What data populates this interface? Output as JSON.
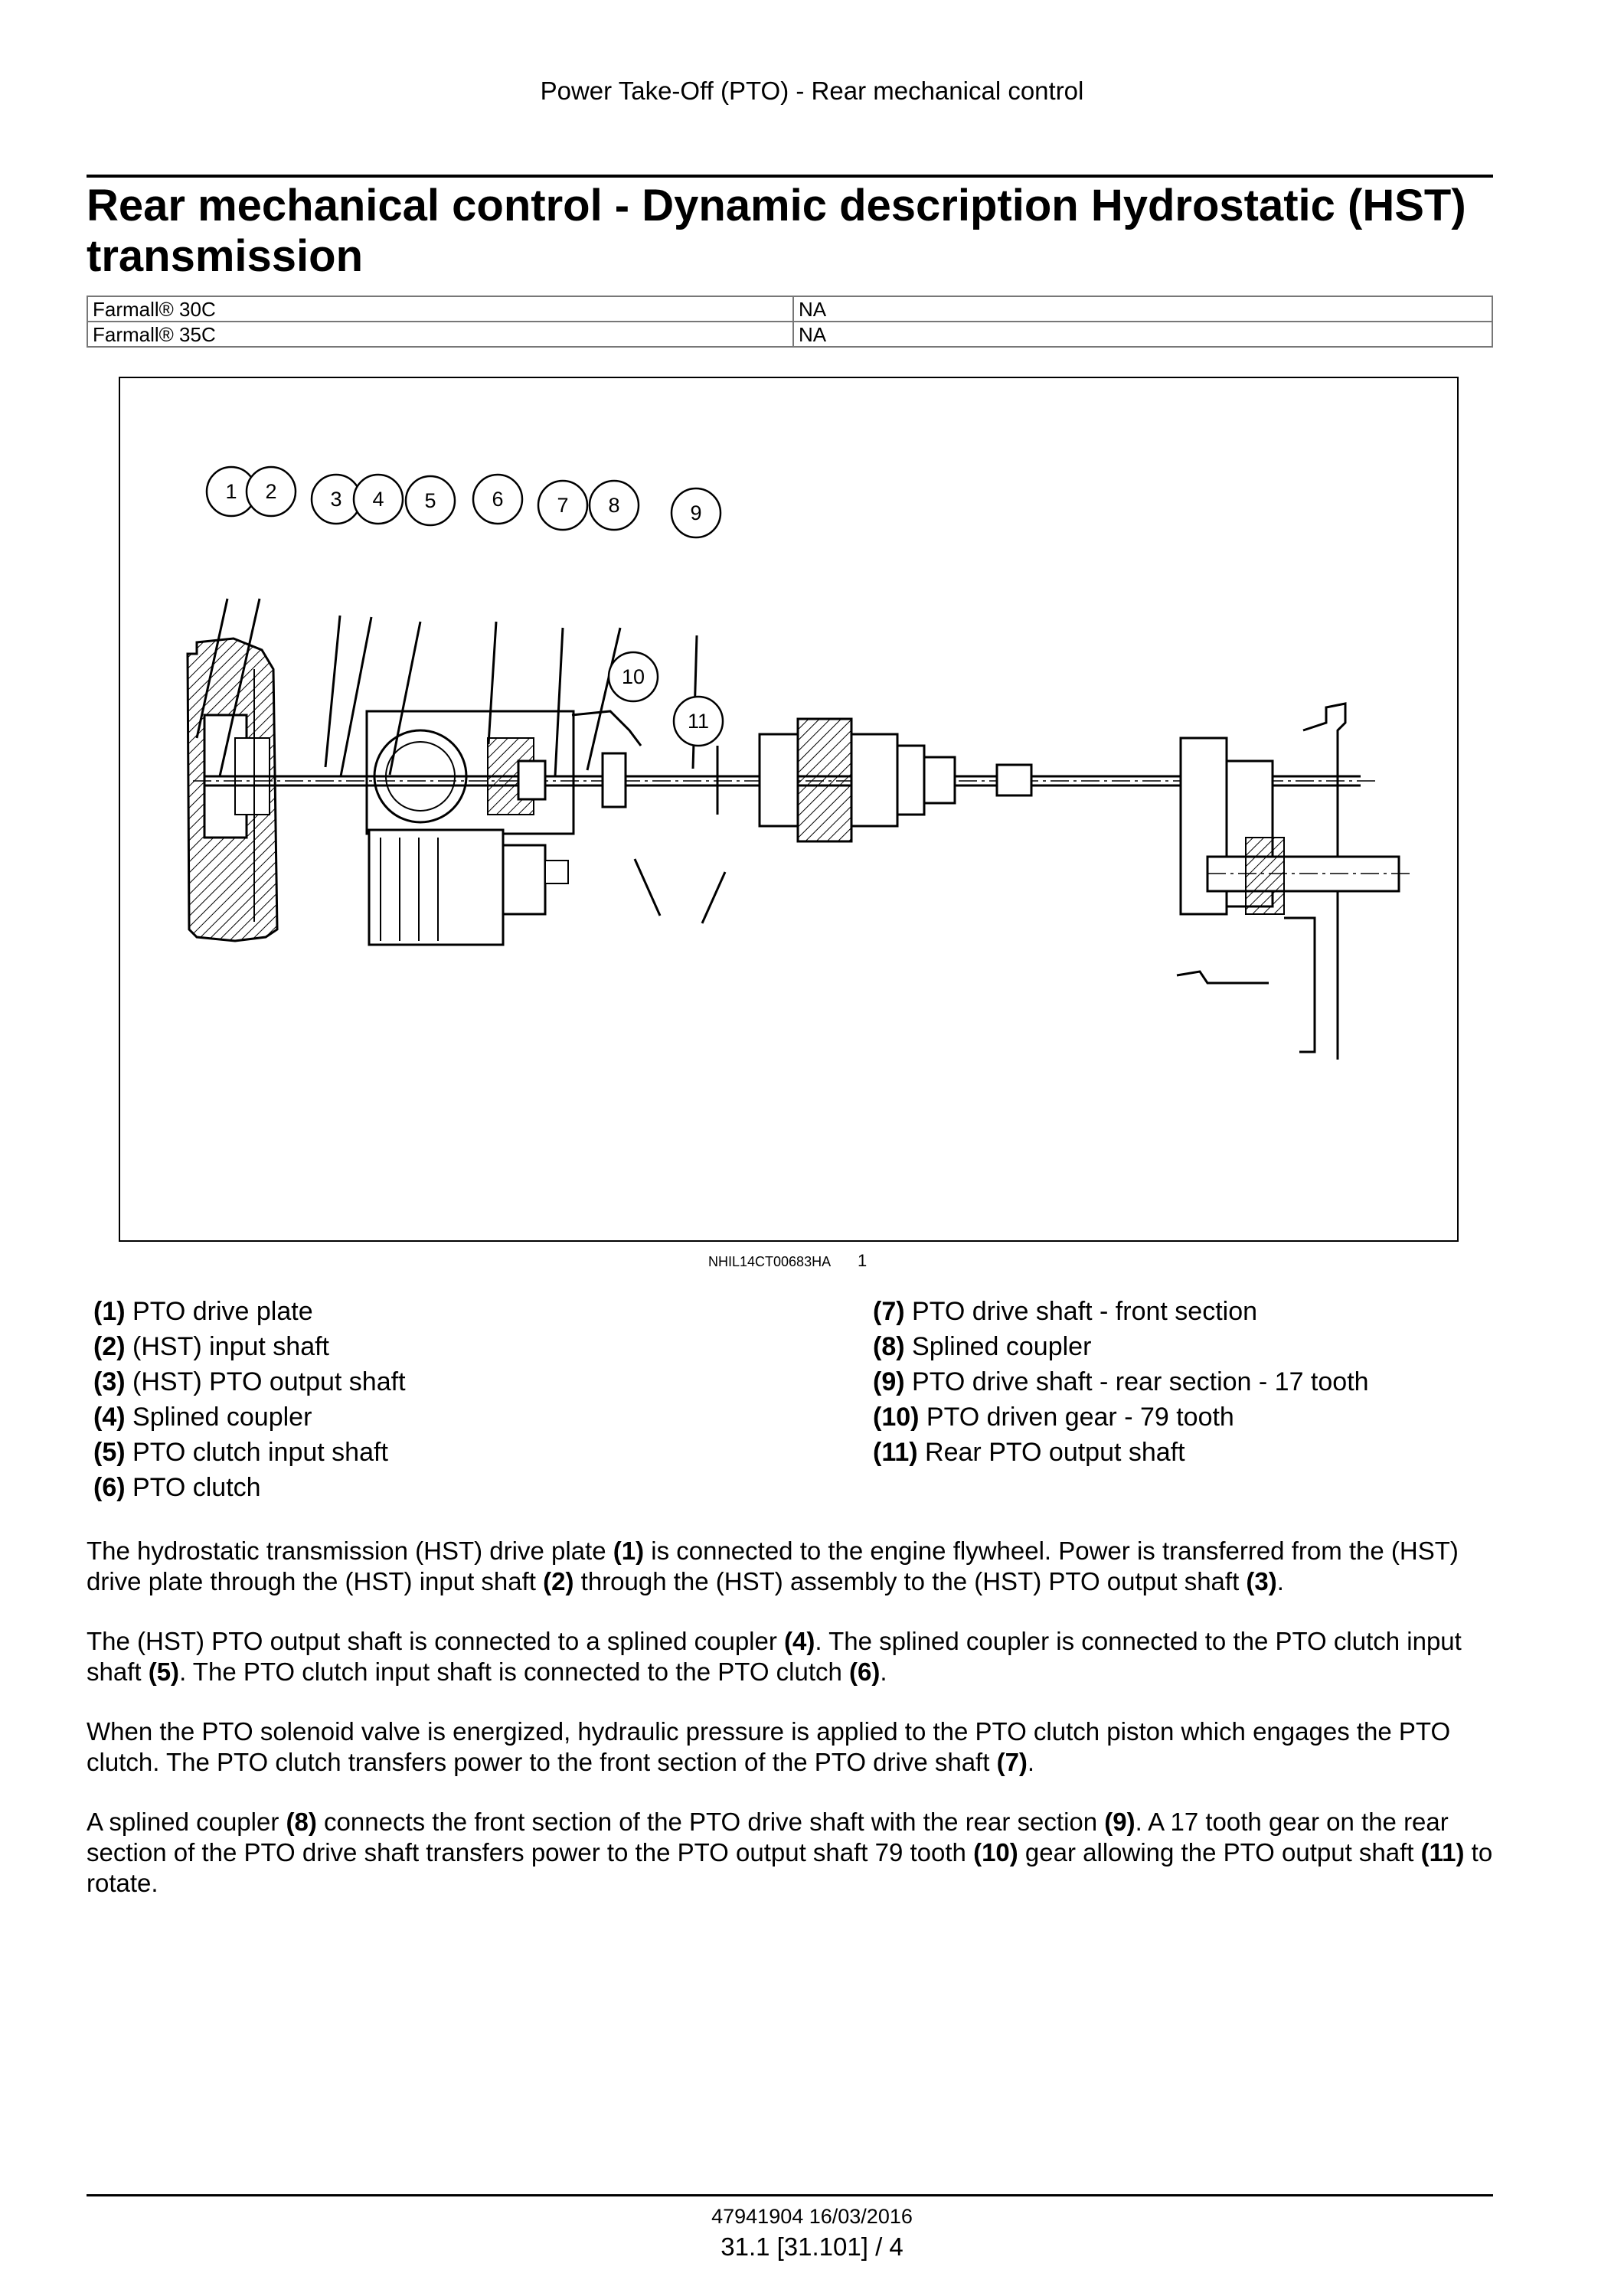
{
  "header": {
    "running_title": "Power Take-Off (PTO) - Rear mechanical control"
  },
  "title": "Rear mechanical control - Dynamic description Hydrostatic (HST) transmission",
  "models": [
    {
      "model": "Farmall® 30C",
      "market": "NA"
    },
    {
      "model": "Farmall® 35C",
      "market": "NA"
    }
  ],
  "figure": {
    "caption_code": "NHIL14CT00683HA",
    "number": "1",
    "callouts": [
      "1",
      "2",
      "3",
      "4",
      "5",
      "6",
      "7",
      "8",
      "9",
      "10",
      "11"
    ]
  },
  "legend": {
    "left": [
      {
        "num": "(1)",
        "text": "PTO drive plate"
      },
      {
        "num": "(2)",
        "text": "(HST) input shaft"
      },
      {
        "num": "(3)",
        "text": "(HST) PTO output shaft"
      },
      {
        "num": "(4)",
        "text": "Splined coupler"
      },
      {
        "num": "(5)",
        "text": "PTO clutch input shaft"
      },
      {
        "num": "(6)",
        "text": "PTO clutch"
      }
    ],
    "right": [
      {
        "num": "(7)",
        "text": "PTO drive shaft - front section"
      },
      {
        "num": "(8)",
        "text": "Splined coupler"
      },
      {
        "num": "(9)",
        "text": "PTO drive shaft - rear section - 17 tooth"
      },
      {
        "num": "(10)",
        "text": "PTO driven gear - 79 tooth"
      },
      {
        "num": "(11)",
        "text": "Rear PTO output shaft"
      }
    ]
  },
  "paragraphs": [
    [
      {
        "t": "The hydrostatic transmission (HST) drive plate "
      },
      {
        "b": "(1)"
      },
      {
        "t": " is connected to the engine flywheel. Power is transferred from the (HST) drive plate through the (HST) input shaft "
      },
      {
        "b": "(2)"
      },
      {
        "t": " through the (HST) assembly to the (HST) PTO output shaft "
      },
      {
        "b": "(3)"
      },
      {
        "t": "."
      }
    ],
    [
      {
        "t": "The (HST) PTO output shaft is connected to a splined coupler "
      },
      {
        "b": "(4)"
      },
      {
        "t": ". The splined coupler is connected to the PTO clutch input shaft "
      },
      {
        "b": "(5)"
      },
      {
        "t": ". The PTO clutch input shaft is connected to the PTO clutch "
      },
      {
        "b": "(6)"
      },
      {
        "t": "."
      }
    ],
    [
      {
        "t": "When the PTO solenoid valve is energized, hydraulic pressure is applied to the PTO clutch piston which engages the PTO clutch. The PTO clutch transfers power to the front section of the PTO drive shaft "
      },
      {
        "b": "(7)"
      },
      {
        "t": "."
      }
    ],
    [
      {
        "t": "A splined coupler "
      },
      {
        "b": "(8)"
      },
      {
        "t": " connects the front section of the PTO drive shaft with the rear section "
      },
      {
        "b": "(9)"
      },
      {
        "t": ". A 17 tooth gear on the rear section of the PTO drive shaft transfers power to the PTO output shaft 79 tooth "
      },
      {
        "b": "(10)"
      },
      {
        "t": " gear allowing the PTO output shaft "
      },
      {
        "b": "(11)"
      },
      {
        "t": " to rotate."
      }
    ]
  ],
  "footer": {
    "doc_ref": "47941904 16/03/2016",
    "page_ref": "31.1 [31.101] / 4"
  }
}
